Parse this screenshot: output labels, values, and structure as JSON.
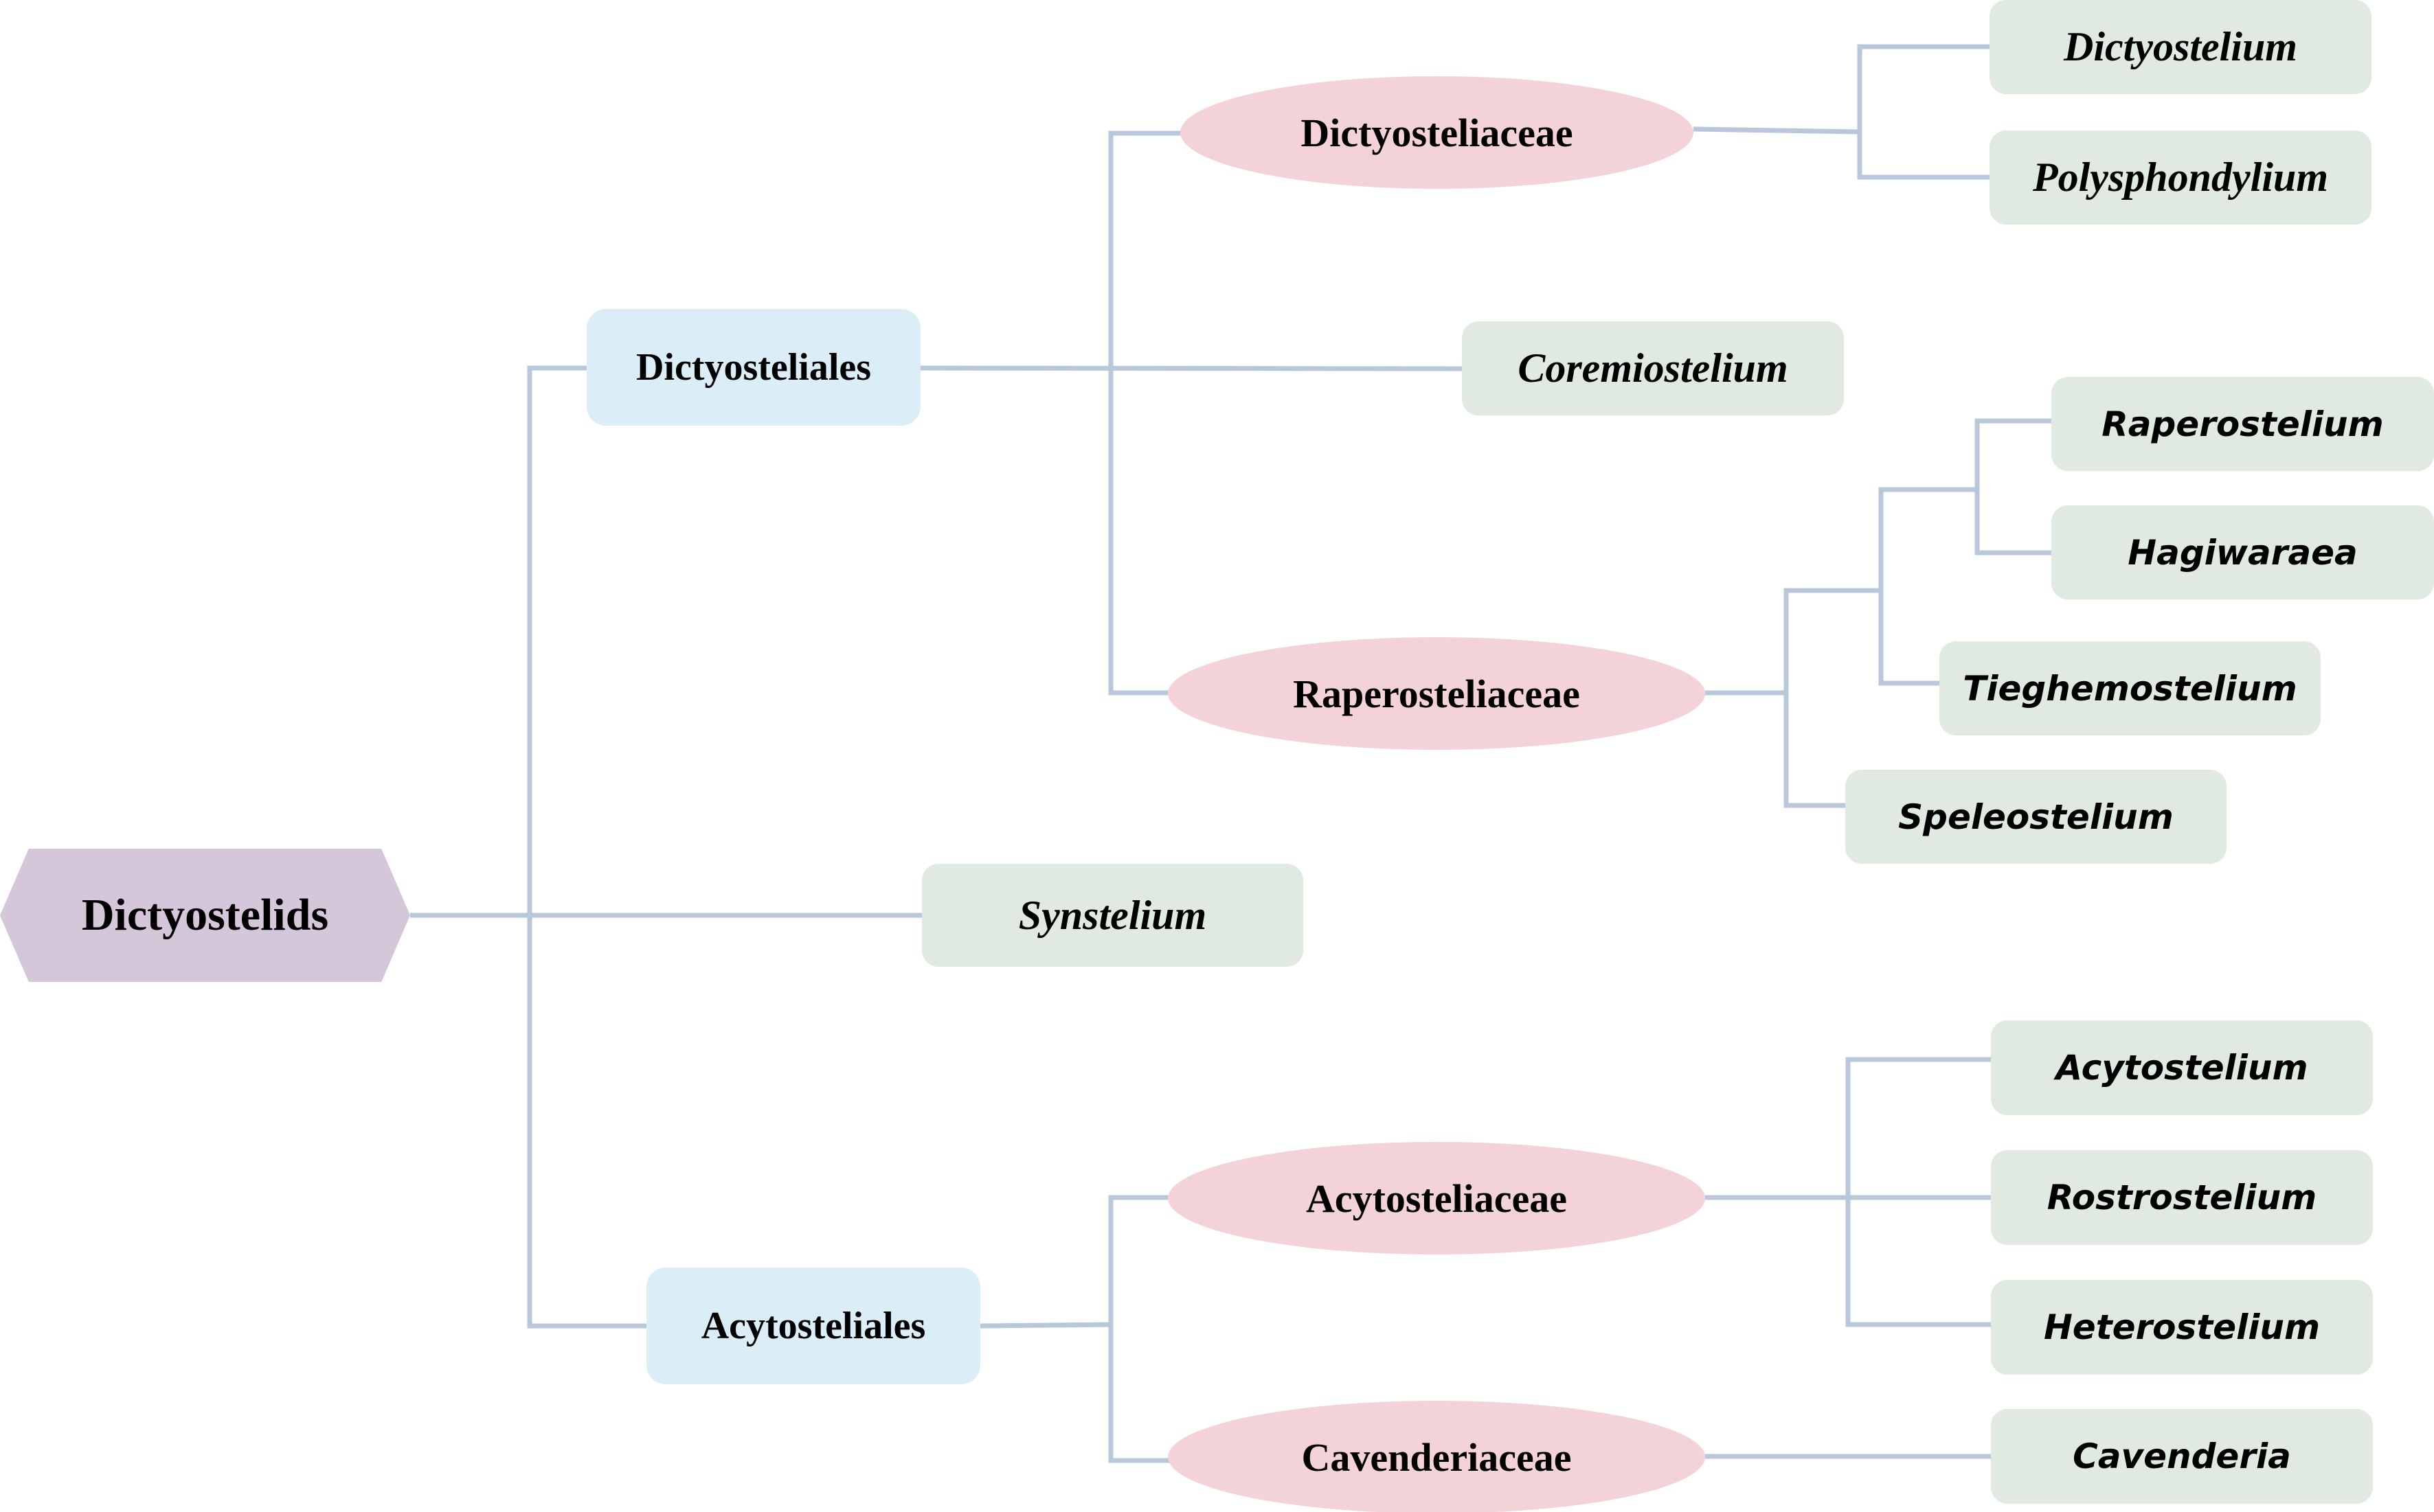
{
  "diagram": {
    "type": "taxonomy-tree",
    "colors": {
      "root": "#d6c6da",
      "order": "#dbedf6",
      "family": "#f3d3d8",
      "genus": "#e0eae0",
      "connector": "#b8c7d9"
    },
    "root": {
      "label": "Dictyostelids"
    },
    "orders": [
      {
        "label": "Dictyosteliales"
      },
      {
        "label": "Acytosteliales"
      }
    ],
    "families": [
      {
        "label": "Dictyosteliaceae"
      },
      {
        "label": "Raperosteliaceae"
      },
      {
        "label": "Acytosteliaceae"
      },
      {
        "label": "Cavenderiaceae"
      }
    ],
    "genera": [
      {
        "label": "Dictyostelium"
      },
      {
        "label": "Polysphondylium"
      },
      {
        "label": "Coremiostelium"
      },
      {
        "label": "Raperostelium"
      },
      {
        "label": "Hagiwaraea"
      },
      {
        "label": "Tieghemostelium"
      },
      {
        "label": "Speleostelium"
      },
      {
        "label": "Synstelium"
      },
      {
        "label": "Acytostelium"
      },
      {
        "label": "Rostrostelium"
      },
      {
        "label": "Heterostelium"
      },
      {
        "label": "Cavenderia"
      }
    ],
    "edges": [
      [
        "Dictyostelids",
        "Dictyosteliales"
      ],
      [
        "Dictyostelids",
        "Synstelium"
      ],
      [
        "Dictyostelids",
        "Acytosteliales"
      ],
      [
        "Dictyosteliales",
        "Dictyosteliaceae"
      ],
      [
        "Dictyosteliales",
        "Coremiostelium"
      ],
      [
        "Dictyosteliales",
        "Raperosteliaceae"
      ],
      [
        "Dictyosteliaceae",
        "Dictyostelium"
      ],
      [
        "Dictyosteliaceae",
        "Polysphondylium"
      ],
      [
        "Raperosteliaceae",
        "Raperostelium"
      ],
      [
        "Raperosteliaceae",
        "Hagiwaraea"
      ],
      [
        "Raperosteliaceae",
        "Tieghemostelium"
      ],
      [
        "Raperosteliaceae",
        "Speleostelium"
      ],
      [
        "Acytosteliales",
        "Acytosteliaceae"
      ],
      [
        "Acytosteliales",
        "Cavenderiaceae"
      ],
      [
        "Acytosteliaceae",
        "Acytostelium"
      ],
      [
        "Acytosteliaceae",
        "Rostrostelium"
      ],
      [
        "Acytosteliaceae",
        "Heterostelium"
      ],
      [
        "Cavenderiaceae",
        "Cavenderia"
      ]
    ]
  }
}
